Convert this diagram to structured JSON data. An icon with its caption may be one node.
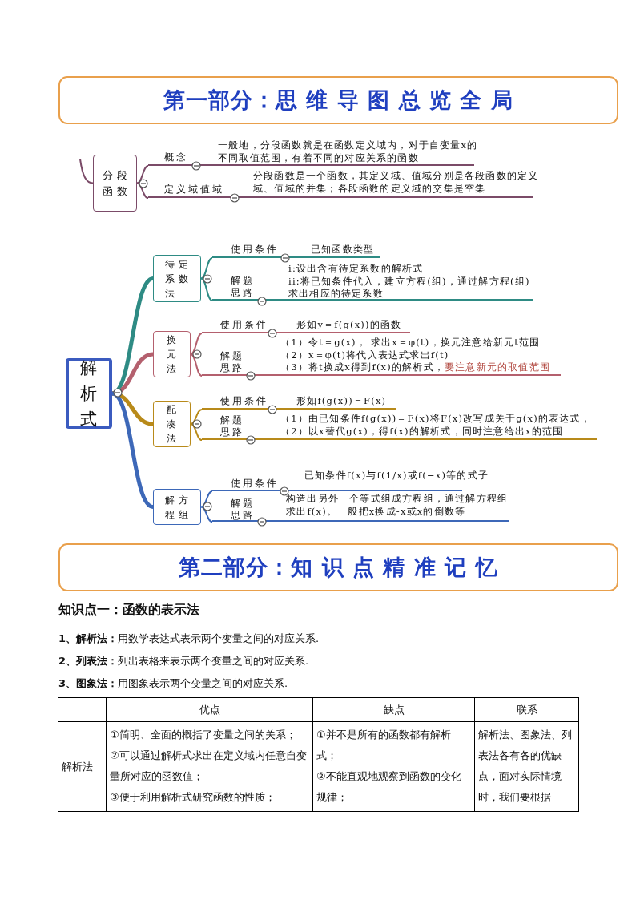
{
  "diagram": {
    "nodes": [
      {
        "text": [
          "第一部分：思 维 导 图 总 览 全 局"
        ]
      },
      {
        "text": [
          "分段函数"
        ]
      },
      {
        "text": [
          "概念",
          "一般地，分段函数就是在函数定义域内，对于自变量x的不同取值范围，有着不同的对应关系的函数"
        ]
      },
      {
        "text": [
          "定义域值域",
          "分段函数是一个函数，其定义域、值域分别是各段函数的定义域、值域的并集；各段函数的定义域的交集是空集"
        ]
      },
      {
        "text": [
          "解析式"
        ]
      },
      {
        "text": [
          "待定系数法"
        ]
      },
      {
        "text": [
          "使用条件",
          "已知函数类型"
        ]
      },
      {
        "text": [
          "解题思路",
          "i:设出含有待定系数的解析式",
          "ii:将已知条件代入，建立方程(组)，通过解方程(组)求出相应的待定系数"
        ]
      },
      {
        "text": [
          "换元法"
        ]
      },
      {
        "text": [
          "使用条件",
          "形如y＝f(g(x))的函数"
        ]
      },
      {
        "text": [
          "解题思路",
          "（1）令t＝g(x)， 求出x＝φ(t)，换元注意给新元t范围",
          "（2）x＝φ(t)将代入表达式求出f(t)",
          "（3）将t换成x得到f(x)的解析式，",
          "要注意新元的取值范围"
        ]
      },
      {
        "text": [
          "配凑法"
        ]
      },
      {
        "text": [
          "使用条件",
          "形如f(g(x))＝F(x)"
        ]
      },
      {
        "text": [
          "解题思路",
          "（1）由已知条件f(g(x))＝F(x)将F(x)改写成关于g(x)的表达式，",
          "（2）以x替代g(x)，得f(x)的解析式，同时注意给出x的范围"
        ]
      },
      {
        "text": [
          "解方程组"
        ]
      },
      {
        "text": [
          "使用条件",
          "已知条件f(x)与f(1/x)或f(−x)等的式子"
        ]
      },
      {
        "text": [
          "解题思路",
          "构造出另外一个等式组成方程组，通过解方程组求出f(x)。一般把x换成-x或x的倒数等"
        ]
      },
      {
        "text": [
          "第二部分：知 识 点 精 准 记 忆"
        ]
      }
    ],
    "edges": [
      {
        "from": null,
        "to": 1,
        "arrow": "none",
        "color": "#7b4b68"
      },
      {
        "from": 1,
        "to": 2,
        "arrow": "none",
        "color": "#7b4b68"
      },
      {
        "from": 1,
        "to": 3,
        "arrow": "none",
        "color": "#7b4b68"
      },
      {
        "from": 4,
        "to": 5,
        "arrow": "none",
        "style": "thick",
        "color": "#2e8b84"
      },
      {
        "from": 4,
        "to": 8,
        "arrow": "none",
        "style": "thick",
        "color": "#b4606e"
      },
      {
        "from": 4,
        "to": 11,
        "arrow": "none",
        "style": "thick",
        "color": "#b88a1a"
      },
      {
        "from": 4,
        "to": 14,
        "arrow": "none",
        "style": "thick",
        "color": "#3d68b8"
      },
      {
        "from": 5,
        "to": 6,
        "arrow": "none",
        "color": "#2e8b84"
      },
      {
        "from": 5,
        "to": 7,
        "arrow": "none",
        "color": "#2e8b84"
      },
      {
        "from": 8,
        "to": 9,
        "arrow": "none",
        "color": "#b4606e"
      },
      {
        "from": 8,
        "to": 10,
        "arrow": "none",
        "color": "#b4606e"
      },
      {
        "from": 11,
        "to": 12,
        "arrow": "none",
        "color": "#b88a1a"
      },
      {
        "from": 11,
        "to": 13,
        "arrow": "none",
        "color": "#b88a1a"
      },
      {
        "from": 14,
        "to": 15,
        "arrow": "none",
        "color": "#3d68b8"
      },
      {
        "from": 14,
        "to": 16,
        "arrow": "none",
        "color": "#3d68b8"
      }
    ],
    "labels": [
      "知识点一：函数的表示法",
      "**1、解析法：**用数学表达式表示两个变量之间的对应关系.",
      "**2、列表法：**列出表格来表示两个变量之间的对应关系.",
      "**3、图象法：**用图象表示两个变量之间的对应关系.",
      "优点",
      "缺点",
      "联系",
      "解析法",
      "①简明、全面的概括了变量之间的关系；",
      "②可以通过解析式求出在定义域内任意自变量所对应的函数值；",
      "③便于利用解析式研究函数的性质；",
      "①并不是所有的函数都有解析式；",
      "②不能直观地观察到函数的变化规律；",
      "解析法、图象法、列表法各有各的优缺点，面对实际情境时，我们要根据"
    ]
  }
}
